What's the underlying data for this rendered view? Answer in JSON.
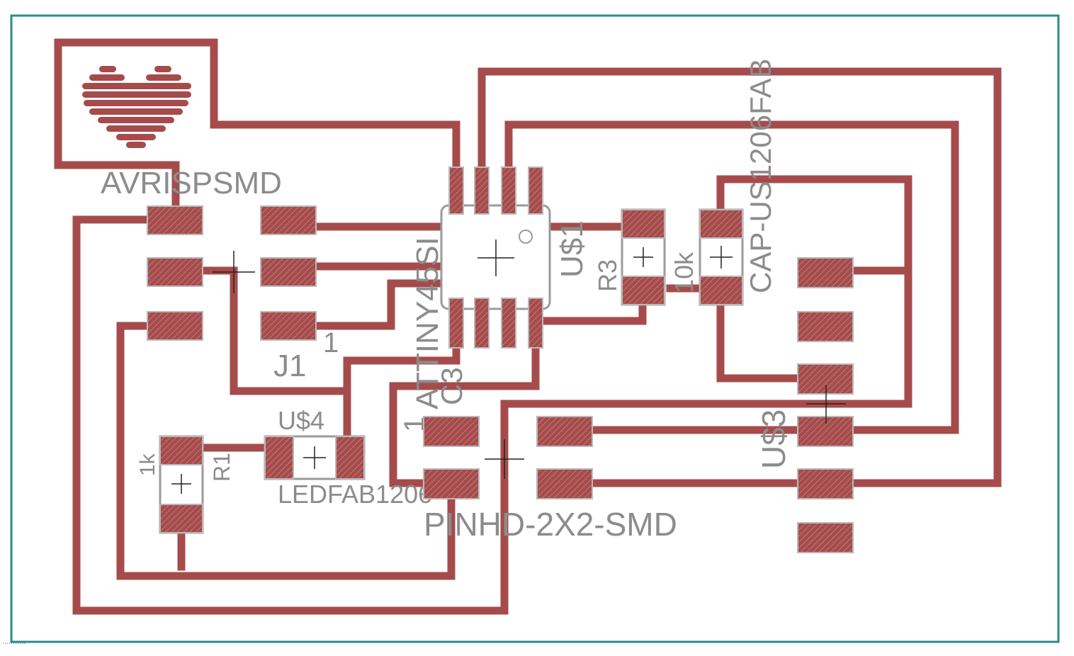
{
  "colors": {
    "copper": "#a64b4b",
    "silkscreen": "#8c8c8c",
    "board_outline": "#2a8c8c",
    "background": "#ffffff"
  },
  "labels": {
    "avrispsmd": "AVRISPSMD",
    "j1": "J1",
    "j1_pin1": "1",
    "ic_value": "ATTINY45SI",
    "ic_pin1": "1",
    "ic_name": "U$1",
    "r3_name": "R3",
    "r3_value": "10k",
    "cap_name": "CAP-US1206FAB",
    "c3": "C3",
    "r1_name": "R1",
    "r1_value": "1k",
    "led_name": "U$4",
    "led_value": "LEDFAB1206",
    "pinhd": "PINHD-2X2-SMD",
    "u3": "U$3"
  }
}
